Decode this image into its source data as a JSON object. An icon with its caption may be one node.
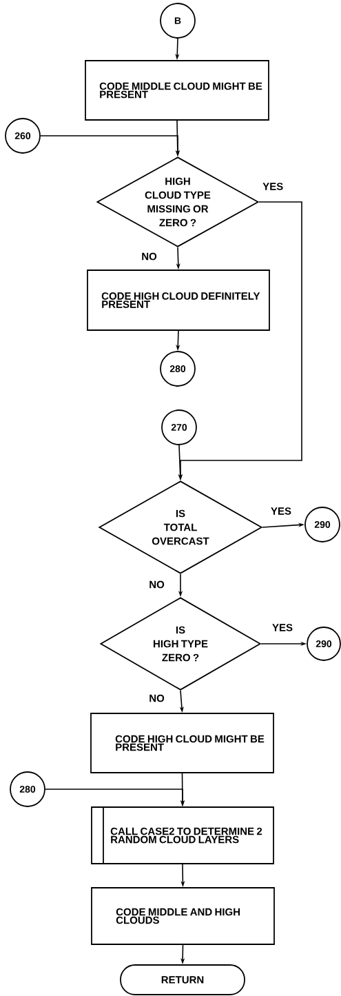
{
  "diagram": {
    "nodes": [
      {
        "text": [
          "B"
        ]
      },
      {
        "text": [
          "CODE MIDDLE CLOUD MIGHT BE PRESENT"
        ]
      },
      {
        "text": [
          "260"
        ]
      },
      {
        "text": [
          "HIGH CLOUD TYPE MISSING OR ZERO ?"
        ]
      },
      {
        "text": [
          "CODE HIGH CLOUD DEFINITELY PRESENT"
        ]
      },
      {
        "text": [
          "280"
        ]
      },
      {
        "text": [
          "270"
        ]
      },
      {
        "text": [
          "IS TOTAL OVERCAST"
        ]
      },
      {
        "text": [
          "290"
        ]
      },
      {
        "text": [
          "IS HIGH TYPE ZERO ?"
        ]
      },
      {
        "text": [
          "290"
        ]
      },
      {
        "text": [
          "CODE HIGH CLOUD MIGHT BE PRESENT"
        ]
      },
      {
        "text": [
          "280"
        ]
      },
      {
        "text": [
          "CALL CASE2 TO DETERMINE 2 RANDOM CLOUD LAYERS"
        ]
      },
      {
        "text": [
          "CODE MIDDLE AND HIGH CLOUDS"
        ]
      },
      {
        "text": [
          "RETURN"
        ]
      }
    ],
    "edges": [
      {
        "from": 0,
        "to": 1,
        "arrow": "to"
      },
      {
        "from": 1,
        "to": 3,
        "arrow": "to"
      },
      {
        "from": 2,
        "to": 3,
        "arrow": "to"
      },
      {
        "from": 3,
        "to": 4,
        "arrow": "to",
        "label": "NO"
      },
      {
        "from": 3,
        "to": 7,
        "arrow": "to",
        "label": "YES"
      },
      {
        "from": 4,
        "to": 5,
        "arrow": "to"
      },
      {
        "from": 6,
        "to": 7,
        "arrow": "to"
      },
      {
        "from": 7,
        "to": 8,
        "arrow": "to",
        "label": "YES"
      },
      {
        "from": 7,
        "to": 9,
        "arrow": "to",
        "label": "NO"
      },
      {
        "from": 9,
        "to": 10,
        "arrow": "to",
        "label": "YES"
      },
      {
        "from": 9,
        "to": 11,
        "arrow": "to",
        "label": "NO"
      },
      {
        "from": 11,
        "to": 13,
        "arrow": "to"
      },
      {
        "from": 12,
        "to": 13,
        "arrow": "to"
      },
      {
        "from": 13,
        "to": 14,
        "arrow": "to"
      },
      {
        "from": 14,
        "to": 15,
        "arrow": "to"
      }
    ]
  }
}
